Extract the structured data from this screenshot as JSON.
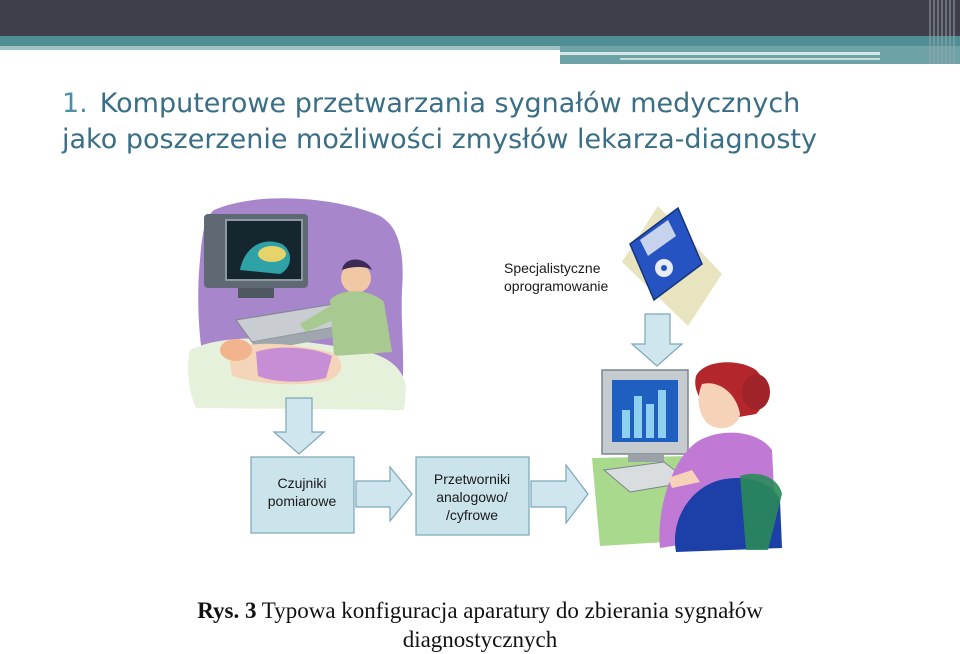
{
  "title": {
    "number": "1.",
    "line1": "Komputerowe przetwarzania sygnałów medycznych",
    "line2": "jako poszerzenie możliwości zmysłów lekarza-diagnosty"
  },
  "diagram": {
    "software_label_line1": "Specjalistyczne",
    "software_label_line2": "oprogramowanie",
    "box1_line1": "Czujniki",
    "box1_line2": "pomiarowe",
    "box2_line1": "Przetworniki",
    "box2_line2": "analogowo/",
    "box2_line3": "/cyfrowe",
    "icons": [
      "ultrasound-exam-illustration",
      "floppy-disk-icon",
      "computer-operator-illustration"
    ]
  },
  "caption": {
    "prefix": "Rys. 3",
    "text": "Typowa konfiguracja aparatury do zbierania sygnałów",
    "text_line2": "diagnostycznych"
  },
  "colors": {
    "header_dark": "#3e3f4a",
    "header_teal": "#4f8f94",
    "title": "#3a6e86",
    "box_fill": "#cbe3ea",
    "box_border": "#7aa6b8"
  }
}
